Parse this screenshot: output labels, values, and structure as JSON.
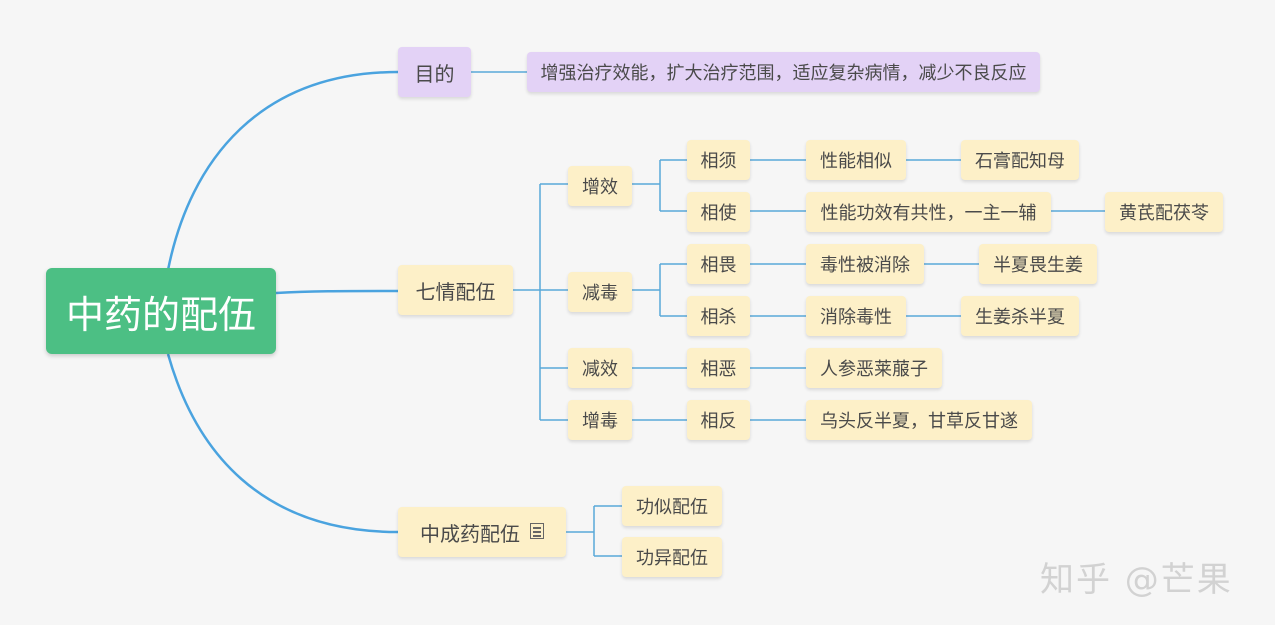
{
  "root": {
    "label": "中药的配伍"
  },
  "purpose": {
    "label": "目的",
    "detail": "增强治疗效能，扩大治疗范围，适应复杂病情，减少不良反应"
  },
  "qiqing": {
    "label": "七情配伍",
    "groups": [
      {
        "label": "增效",
        "items": [
          {
            "relation": "相须",
            "property": "性能相似",
            "example": "石膏配知母"
          },
          {
            "relation": "相使",
            "property": "性能功效有共性，一主一辅",
            "example": "黄芪配茯苓"
          }
        ]
      },
      {
        "label": "减毒",
        "items": [
          {
            "relation": "相畏",
            "property": "毒性被消除",
            "example": "半夏畏生姜"
          },
          {
            "relation": "相杀",
            "property": "消除毒性",
            "example": "生姜杀半夏"
          }
        ]
      },
      {
        "label": "减效",
        "items": [
          {
            "relation": "相恶",
            "property": "人参恶莱菔子"
          }
        ]
      },
      {
        "label": "增毒",
        "items": [
          {
            "relation": "相反",
            "property": "乌头反半夏，甘草反甘遂"
          }
        ]
      }
    ]
  },
  "chengyao": {
    "label": "中成药配伍",
    "icon": "note-icon",
    "children": [
      "功似配伍",
      "功异配伍"
    ]
  },
  "colors": {
    "root": "#4cbf84",
    "node": "#fdf0c8",
    "purple": "#e3d2f6",
    "main_line": "#4aa3df",
    "sub_line": "#59a8d8"
  },
  "watermark": "知乎 @芒果"
}
